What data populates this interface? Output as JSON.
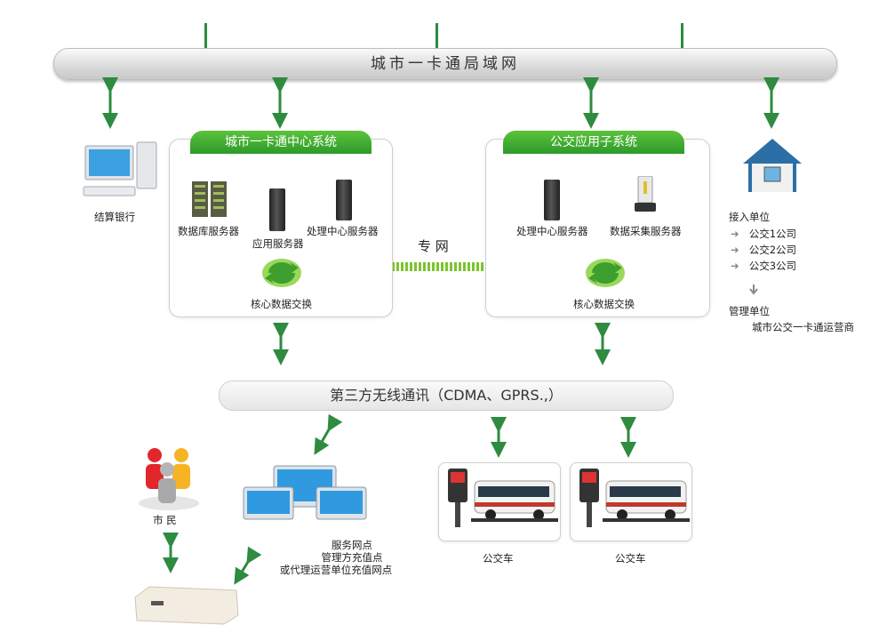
{
  "network_bar": {
    "title": "城市一卡通局域网"
  },
  "center_system": {
    "title": "城市一卡通中心系统",
    "db_server": "数据库服务器",
    "app_server": "应用服务器",
    "proc_server": "处理中心服务器",
    "exchange": "核心数据交换"
  },
  "bus_system": {
    "title": "公交应用子系统",
    "proc_server": "处理中心服务器",
    "collect_server": "数据采集服务器",
    "exchange": "核心数据交换"
  },
  "private_net": "专 网",
  "bank": "结算银行",
  "access": {
    "title": "接入单位",
    "items": [
      "公交1公司",
      "公交2公司",
      "公交3公司"
    ],
    "mgmt_title": "管理单位",
    "mgmt_value": "城市公交一卡通运营商"
  },
  "wireless": {
    "title": "第三方无线通讯（CDMA、GPRS.,）"
  },
  "citizen": "市 民",
  "service_points": [
    "服务网点",
    "管理方充值点",
    "或代理运营单位充值网点"
  ],
  "buses": [
    "公交车",
    "公交车"
  ],
  "colors": {
    "accent_green": "#2e8b3f",
    "tab_green": "#3aa531"
  }
}
